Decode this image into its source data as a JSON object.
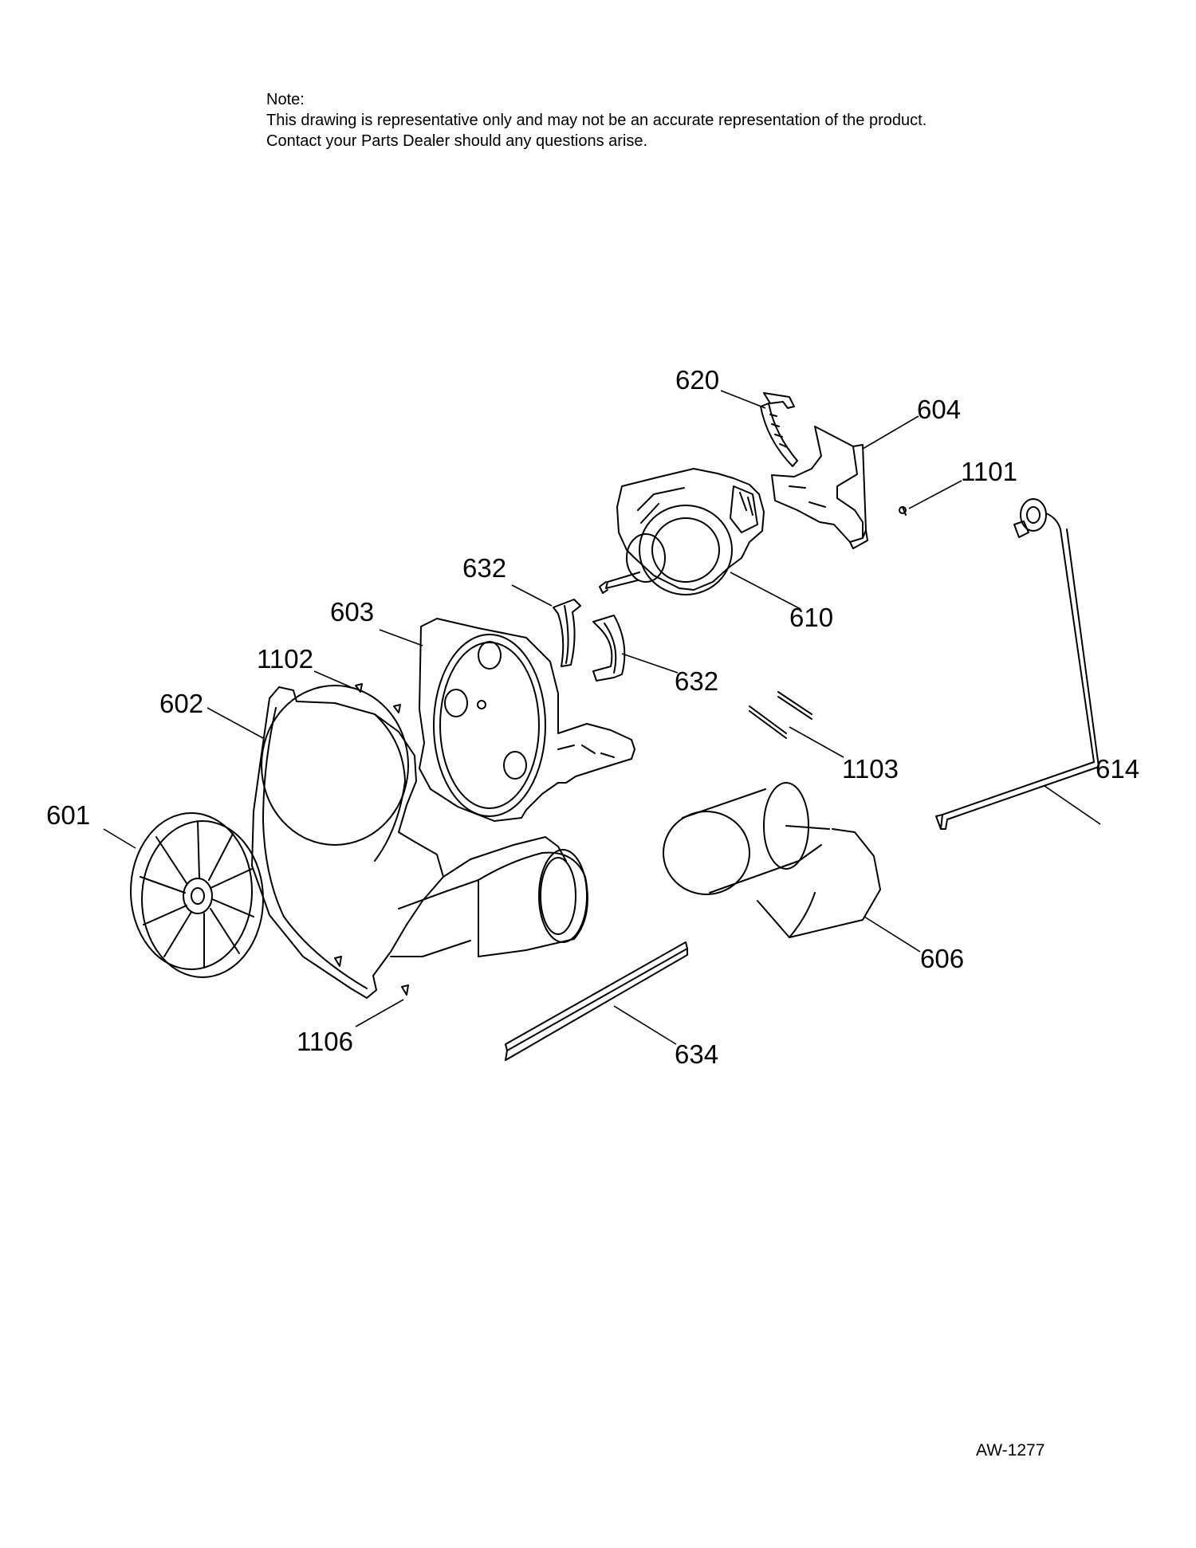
{
  "note": {
    "heading": "Note:",
    "line1": "This drawing is representative only and may not be an accurate representation of the product.",
    "line2": "Contact your Parts Dealer should any questions arise."
  },
  "callouts": {
    "c620": "620",
    "c604": "604",
    "c1101": "1101",
    "c632a": "632",
    "c603": "603",
    "c610": "610",
    "c1102": "1102",
    "c632b": "632",
    "c602": "602",
    "c1103": "1103",
    "c614": "614",
    "c601": "601",
    "c606": "606",
    "c1106": "1106",
    "c634": "634"
  },
  "reference_code": "AW-1277"
}
